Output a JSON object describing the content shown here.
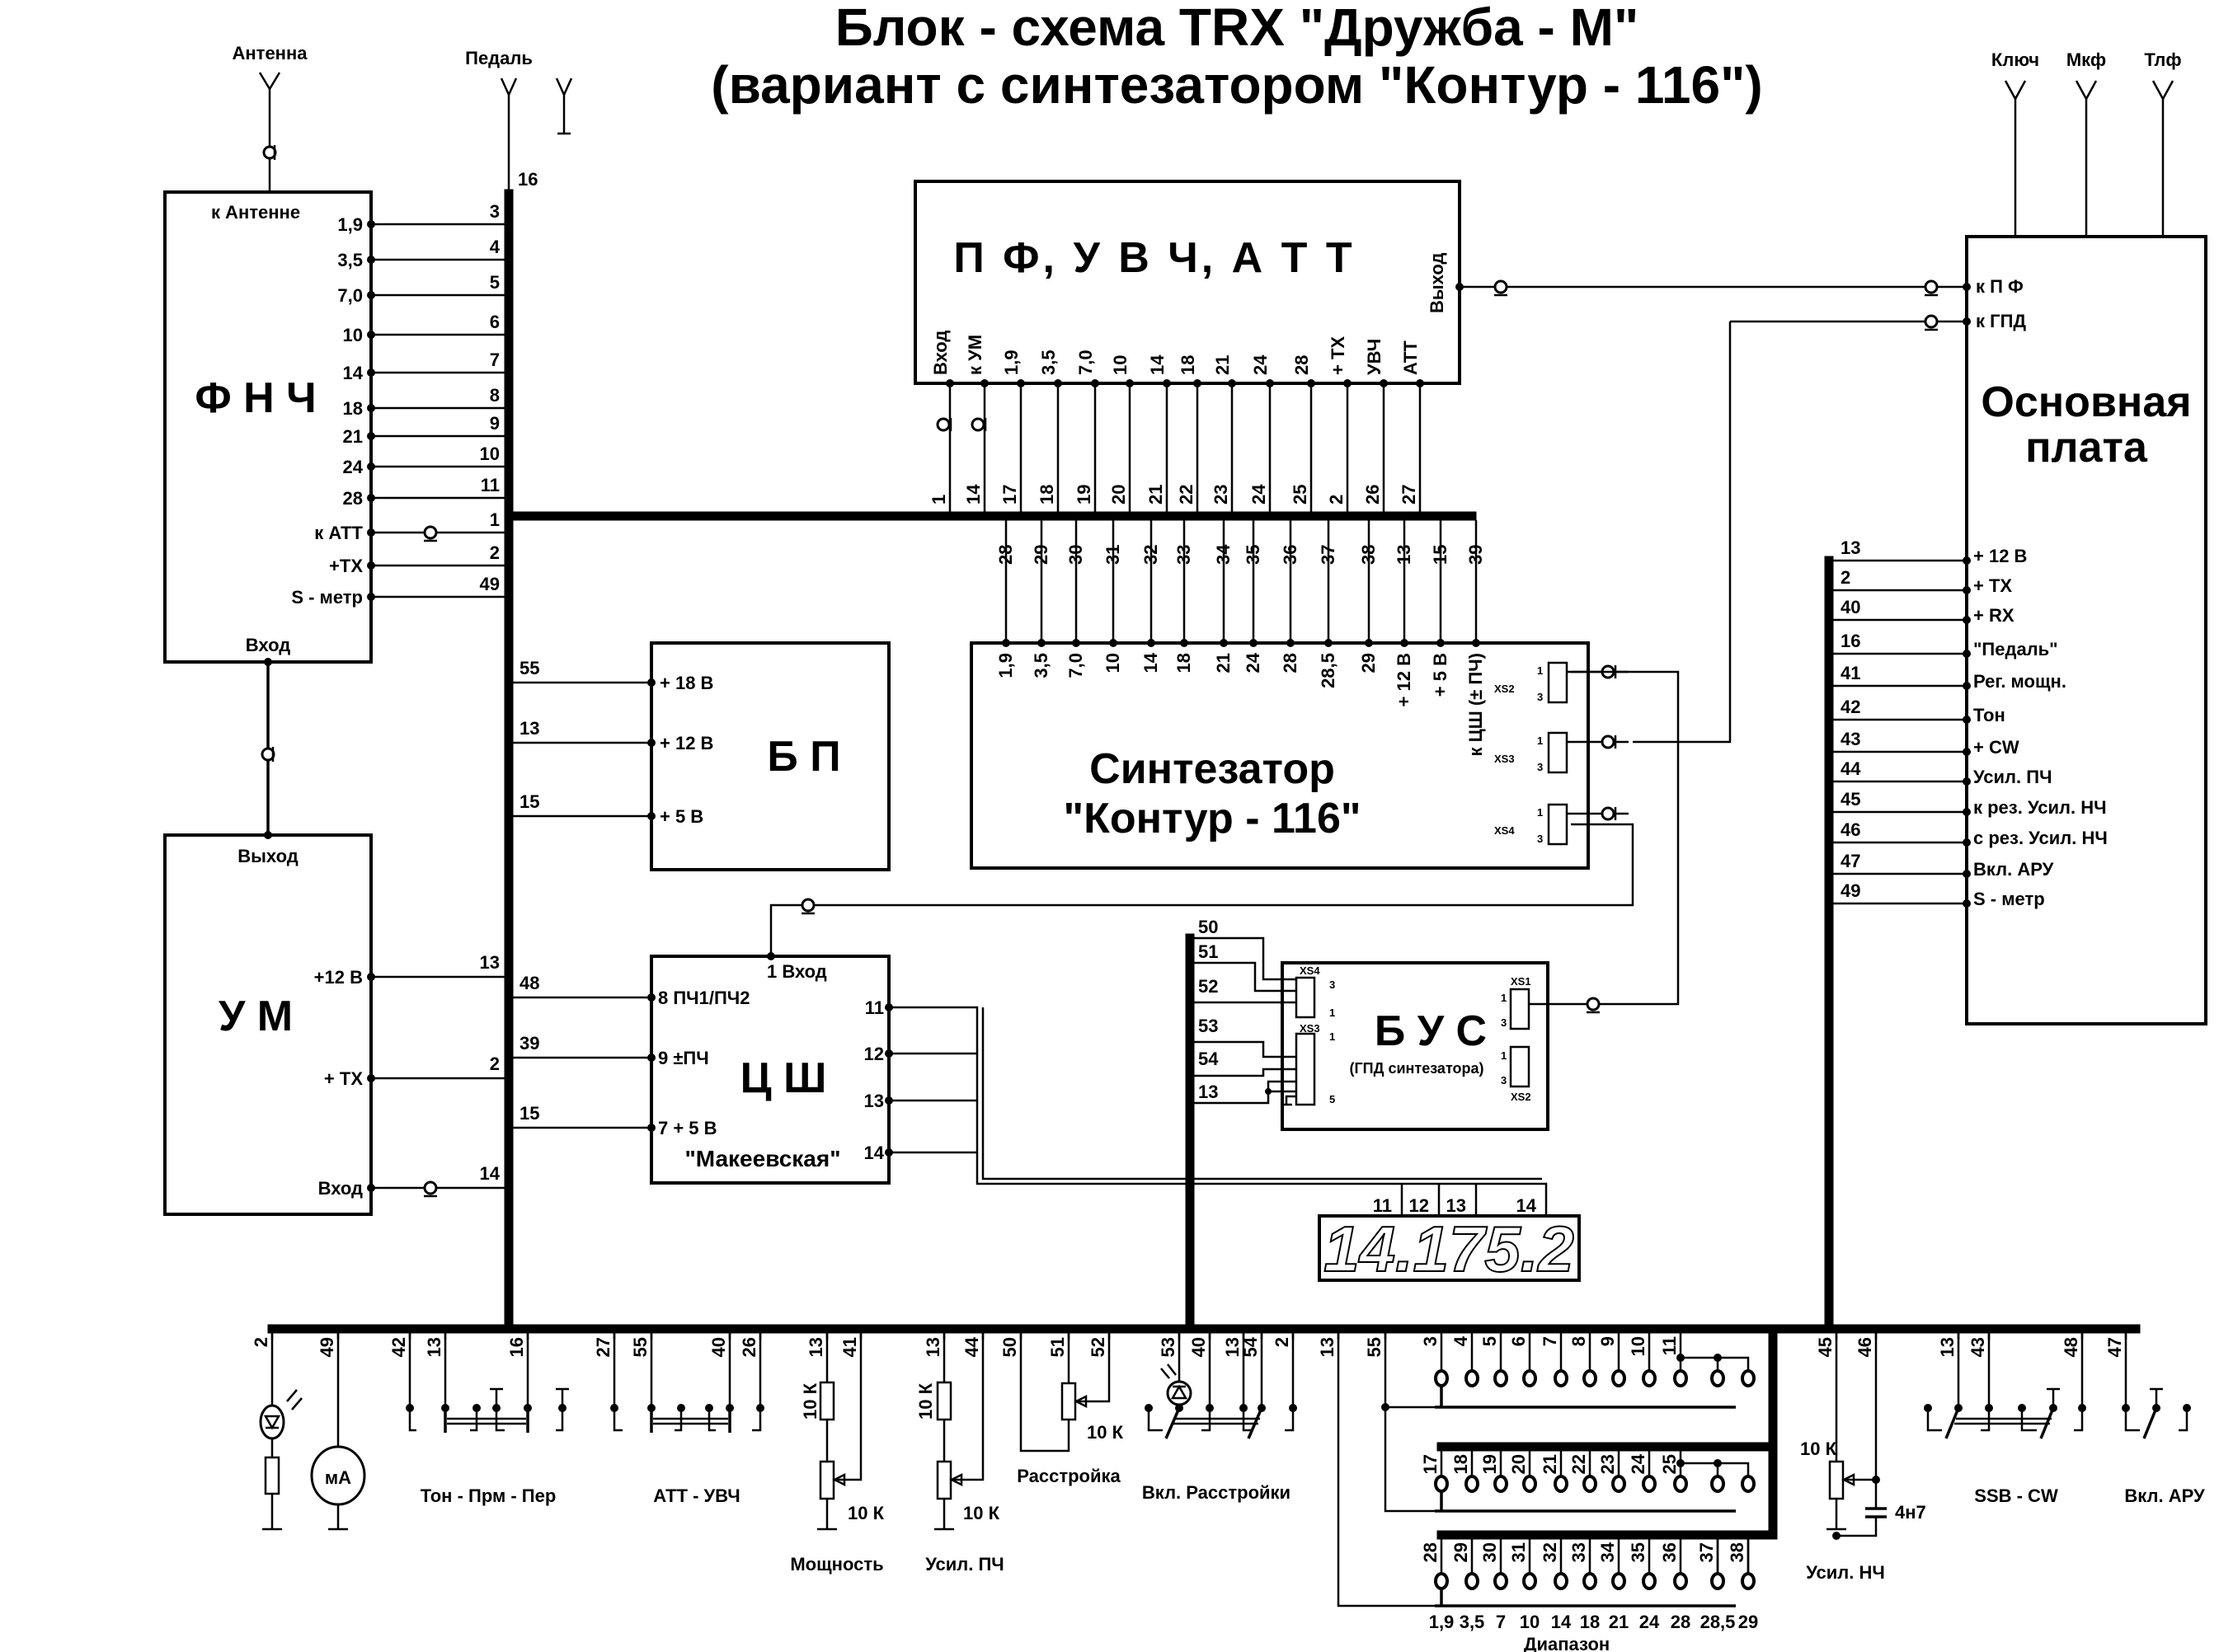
{
  "title": {
    "line1": "Блок - схема TRX \"Дружба - М\"",
    "line2": "(вариант с синтезатором \"Контур - 116\")"
  },
  "connectors_top": {
    "antenna": "Антенна",
    "pedal": "Педаль",
    "key": "Ключ",
    "mic": "Мкф",
    "phones": "Тлф",
    "pedal_bus_pin": "16"
  },
  "fnch": {
    "title": "Ф Н Ч",
    "top_label": "к Антенне",
    "bottom_label": "Вход",
    "pins": [
      {
        "label": "1,9",
        "bus": "3"
      },
      {
        "label": "3,5",
        "bus": "4"
      },
      {
        "label": "7,0",
        "bus": "5"
      },
      {
        "label": "10",
        "bus": "6"
      },
      {
        "label": "14",
        "bus": "7"
      },
      {
        "label": "18",
        "bus": "8"
      },
      {
        "label": "21",
        "bus": "9"
      },
      {
        "label": "24",
        "bus": "10"
      },
      {
        "label": "28",
        "bus": "11"
      },
      {
        "label": "к АТТ",
        "bus": "1"
      },
      {
        "label": "+ТХ",
        "bus": "2"
      },
      {
        "label": "S - метр",
        "bus": "49"
      }
    ]
  },
  "um": {
    "title": "У М",
    "top_label": "Выход",
    "pins": [
      {
        "label": "+12 В",
        "bus": "13"
      },
      {
        "label": "+ ТХ",
        "bus": "2"
      },
      {
        "label": "Вход",
        "bus": "14"
      }
    ]
  },
  "pf": {
    "title": "П Ф,  У В Ч,  А Т Т",
    "output_label": "Выход",
    "pins": [
      {
        "label": "Вход",
        "bus": "1"
      },
      {
        "label": "к УМ",
        "bus": "14"
      },
      {
        "label": "1,9",
        "bus": "17"
      },
      {
        "label": "3,5",
        "bus": "18"
      },
      {
        "label": "7,0",
        "bus": "19"
      },
      {
        "label": "10",
        "bus": "20"
      },
      {
        "label": "14",
        "bus": "21"
      },
      {
        "label": "18",
        "bus": "22"
      },
      {
        "label": "21",
        "bus": "23"
      },
      {
        "label": "24",
        "bus": "24"
      },
      {
        "label": "28",
        "bus": "25"
      },
      {
        "label": "+ ТХ",
        "bus": "2"
      },
      {
        "label": "УВЧ",
        "bus": "26"
      },
      {
        "label": "АТТ",
        "bus": "27"
      }
    ]
  },
  "synth": {
    "title1": "Синтезатор",
    "title2": "\"Контур - 116\"",
    "pins": [
      {
        "label": "1,9",
        "bus": "28"
      },
      {
        "label": "3,5",
        "bus": "29"
      },
      {
        "label": "7,0",
        "bus": "30"
      },
      {
        "label": "10",
        "bus": "31"
      },
      {
        "label": "14",
        "bus": "32"
      },
      {
        "label": "18",
        "bus": "33"
      },
      {
        "label": "21",
        "bus": "34"
      },
      {
        "label": "24",
        "bus": "35"
      },
      {
        "label": "28",
        "bus": "36"
      },
      {
        "label": "28,5",
        "bus": "37"
      },
      {
        "label": "29",
        "bus": "38"
      },
      {
        "label": "+ 12 В",
        "bus": "13"
      },
      {
        "label": "+ 5 В",
        "bus": "15"
      },
      {
        "label": "к ЦШ (± ПЧ)",
        "bus": "39"
      }
    ],
    "sockets": [
      {
        "name": "XS2",
        "p1": "1",
        "p3": "3"
      },
      {
        "name": "XS3",
        "p1": "1",
        "p3": "3"
      },
      {
        "name": "XS4",
        "p1": "1",
        "p3": "3"
      }
    ]
  },
  "psu": {
    "title": "Б П",
    "pins": [
      {
        "label": "+ 18 В",
        "bus": "55"
      },
      {
        "label": "+ 12 В",
        "bus": "13"
      },
      {
        "label": "+ 5 В",
        "bus": "15"
      }
    ]
  },
  "counter": {
    "title": "Ц Ш",
    "subtitle": "\"Макеевская\"",
    "input": "1 Вход",
    "left_pins": [
      {
        "label": "8  ПЧ1/ПЧ2",
        "bus": "48"
      },
      {
        "label": "9  ±ПЧ",
        "bus": "39"
      },
      {
        "label": "7 + 5 В",
        "bus": "15"
      }
    ],
    "right_pins": [
      "11",
      "12",
      "13",
      "14"
    ]
  },
  "bus_unit": {
    "title": "Б У С",
    "subtitle": "(ГПД синтезатора)",
    "bus_pins": [
      "50",
      "51",
      "52",
      "53",
      "54",
      "13"
    ],
    "sockets": {
      "xs4": "XS4",
      "xs3": "XS3",
      "xs1": "XS1",
      "xs2": "XS2"
    },
    "pin_marks": {
      "p1": "1",
      "p3": "3",
      "p5": "5"
    }
  },
  "display": {
    "value": "14.175.2",
    "pins": [
      "11",
      "12",
      "13",
      "14"
    ]
  },
  "main_board": {
    "title1": "Основная",
    "title2": "плата",
    "rf_inputs": [
      "к П Ф",
      "к ГПД"
    ],
    "pins": [
      {
        "label": "+ 12 В",
        "bus": "13"
      },
      {
        "label": "+ ТХ",
        "bus": "2"
      },
      {
        "label": "+ RX",
        "bus": "40"
      },
      {
        "label": "\"Педаль\"",
        "bus": "16"
      },
      {
        "label": "Рег. мощн.",
        "bus": "41"
      },
      {
        "label": "Тон",
        "bus": "42"
      },
      {
        "label": "+ CW",
        "bus": "43"
      },
      {
        "label": "Усил. ПЧ",
        "bus": "44"
      },
      {
        "label": "к рез. Усил. НЧ",
        "bus": "45"
      },
      {
        "label": "с рез. Усил. НЧ",
        "bus": "46"
      },
      {
        "label": "Вкл. АРУ",
        "bus": "47"
      },
      {
        "label": "S - метр",
        "bus": "49"
      }
    ]
  },
  "controls": {
    "led_tx": {
      "bus": "2"
    },
    "meter": {
      "bus": "49",
      "label": "мА"
    },
    "mode_switch": {
      "pins": [
        "42",
        "13",
        "16"
      ],
      "label": "Тон - Прм - Пер"
    },
    "att_switch": {
      "pins": [
        "27",
        "55",
        "40",
        "26"
      ],
      "label": "АТТ - УВЧ"
    },
    "power": {
      "pins": [
        "13",
        "41"
      ],
      "r1": "10 К",
      "r2": "10 К",
      "label": "Мощность"
    },
    "if_gain": {
      "pins": [
        "13",
        "44"
      ],
      "r1": "10 К",
      "r2": "10 К",
      "label": "Усил. ПЧ"
    },
    "detune": {
      "pins": [
        "50",
        "51",
        "52"
      ],
      "r": "10 К",
      "label": "Расстройка"
    },
    "detune_sw": {
      "pins": [
        "53",
        "40",
        "13",
        "54",
        "2"
      ],
      "label": "Вкл. Расстройки"
    },
    "band": {
      "feed_pins": [
        "13",
        "55"
      ],
      "row1": [
        "3",
        "4",
        "5",
        "6",
        "7",
        "8",
        "9",
        "10",
        "11"
      ],
      "row2": [
        "17",
        "18",
        "19",
        "20",
        "21",
        "22",
        "23",
        "24",
        "25"
      ],
      "row3": [
        "28",
        "29",
        "30",
        "31",
        "32",
        "33",
        "34",
        "35",
        "36",
        "37",
        "38"
      ],
      "positions": [
        "1,9",
        "3,5",
        "7",
        "10",
        "14",
        "18",
        "21",
        "24",
        "28",
        "28,5",
        "29"
      ],
      "label": "Диапазон"
    },
    "af_gain": {
      "pins": [
        "45",
        "46"
      ],
      "r": "10 К",
      "c": "4н7",
      "label": "Усил. НЧ"
    },
    "ssb_cw": {
      "pins": [
        "13",
        "43",
        "48"
      ],
      "label": "SSB - CW"
    },
    "agc": {
      "pins": [
        "47"
      ],
      "label": "Вкл. АРУ"
    }
  }
}
